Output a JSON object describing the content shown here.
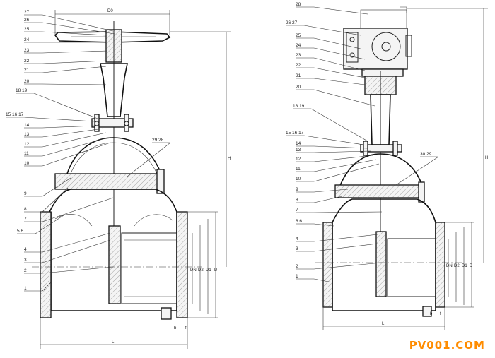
{
  "left_view": {
    "part_numbers": [
      "27",
      "26",
      "25",
      "24",
      "23",
      "22",
      "21",
      "20",
      "18 19",
      "15 16 17",
      "14",
      "13",
      "12",
      "11",
      "10",
      "9",
      "8",
      "5 6",
      "4",
      "3",
      "2",
      "1"
    ],
    "extra_numbers": [
      "29 28",
      "7"
    ],
    "dims": {
      "top": "D0",
      "vertical_right": "H",
      "bottom": "L",
      "flange": [
        "DN",
        "D2",
        "D1",
        "D"
      ],
      "small": [
        "b",
        "f"
      ]
    }
  },
  "right_view": {
    "part_numbers": [
      "28",
      "26 27",
      "25",
      "24",
      "23",
      "22",
      "21",
      "20",
      "18 19",
      "15 16 17",
      "14",
      "13",
      "12",
      "11",
      "10",
      "9",
      "8",
      "7",
      "8 6",
      "4",
      "3",
      "2",
      "1"
    ],
    "extra_numbers": [
      "30 29"
    ],
    "dims": {
      "vertical_right": "H",
      "bottom": "L",
      "flange": [
        "DN",
        "D2",
        "D1",
        "D"
      ],
      "small": [
        "b",
        "f"
      ]
    }
  },
  "watermark": "PV001.COM"
}
